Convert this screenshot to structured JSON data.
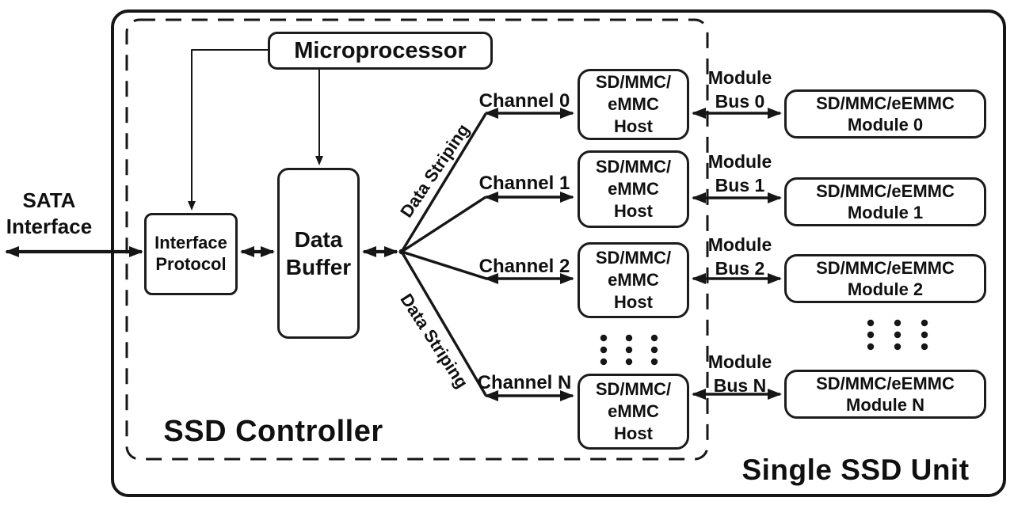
{
  "diagram": {
    "sata_label": "SATA\nInterface",
    "microprocessor_label": "Microprocessor",
    "interface_protocol_label": "Interface\nProtocol",
    "data_buffer_label": "Data\nBuffer",
    "data_striping_upper_label": "Data Striping",
    "data_striping_lower_label": "Data Striping",
    "ssd_controller_label": "SSD Controller",
    "single_ssd_unit_label": "Single SSD Unit",
    "ink_color": "#161616",
    "background_color": "#ffffff"
  },
  "rows": [
    {
      "channel": "Channel 0",
      "host": "SD/MMC/\neMMC\nHost",
      "bus": "Module\nBus 0",
      "module": "SD/MMC/eEMMC\nModule 0"
    },
    {
      "channel": "Channel 1",
      "host": "SD/MMC/\neMMC\nHost",
      "bus": "Module\nBus 1",
      "module": "SD/MMC/eEMMC\nModule 1"
    },
    {
      "channel": "Channel 2",
      "host": "SD/MMC/\neMMC\nHost",
      "bus": "Module\nBus 2",
      "module": "SD/MMC/eEMMC\nModule 2"
    },
    {
      "channel": "Channel N",
      "host": "SD/MMC/\neMMC\nHost",
      "bus": "Module\nBus N",
      "module": "SD/MMC/eEMMC\nModule N"
    }
  ]
}
